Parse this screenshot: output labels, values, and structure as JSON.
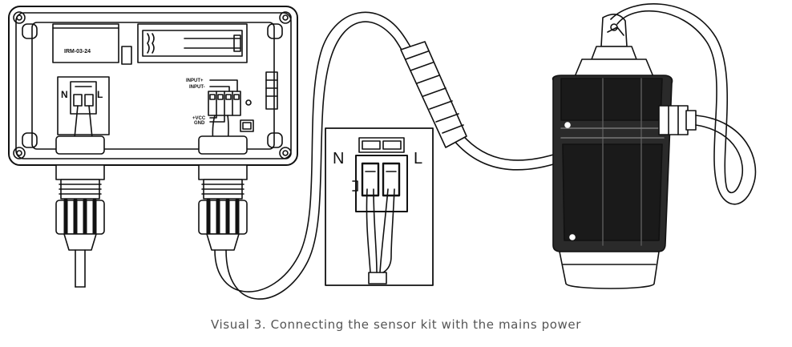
{
  "figure": {
    "caption": "Visual 3. Connecting the sensor kit with the mains power",
    "module_label": "IRM-03-24",
    "terminal_labels": {
      "neutral": "N",
      "live": "L"
    },
    "signal_labels": {
      "input_plus": "INPUT+",
      "input_minus": "INPUT-",
      "vcc": "+VCC",
      "gnd": "GND"
    },
    "inset_labels": {
      "neutral": "N",
      "live": "L"
    },
    "colors": {
      "line": "#111111",
      "fill": "#ffffff",
      "sensor_dark": "#1a1a1a",
      "caption": "#555555"
    }
  }
}
